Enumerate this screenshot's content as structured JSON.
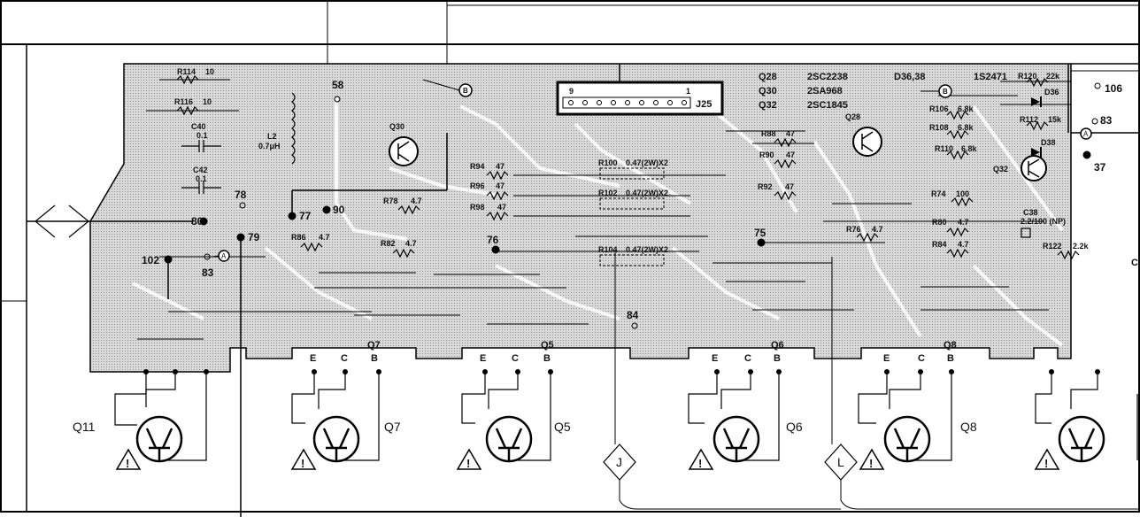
{
  "connector": {
    "ref": "J25",
    "pin_first": "9",
    "pin_last": "1"
  },
  "legend": [
    {
      "ref": "Q28",
      "part": "2SC2238"
    },
    {
      "ref": "Q30",
      "part": "2SA968"
    },
    {
      "ref": "Q32",
      "part": "2SC1845"
    },
    {
      "ref": "D36,38",
      "part": "1S2471"
    }
  ],
  "resistors": [
    {
      "ref": "R114",
      "value": "10"
    },
    {
      "ref": "R116",
      "value": "10"
    },
    {
      "ref": "R94",
      "value": "47"
    },
    {
      "ref": "R96",
      "value": "47"
    },
    {
      "ref": "R98",
      "value": "47"
    },
    {
      "ref": "R78",
      "value": "4.7"
    },
    {
      "ref": "R86",
      "value": "4.7"
    },
    {
      "ref": "R82",
      "value": "4.7"
    },
    {
      "ref": "R100",
      "value": "0.47(2W)X2"
    },
    {
      "ref": "R102",
      "value": "0.47(2W)X2"
    },
    {
      "ref": "R104",
      "value": "0.47(2W)X2"
    },
    {
      "ref": "R88",
      "value": "47"
    },
    {
      "ref": "R90",
      "value": "47"
    },
    {
      "ref": "R92",
      "value": "47"
    },
    {
      "ref": "R106",
      "value": "6.8k"
    },
    {
      "ref": "R108",
      "value": "6.8k"
    },
    {
      "ref": "R110",
      "value": "6.8k"
    },
    {
      "ref": "R120",
      "value": "22k"
    },
    {
      "ref": "R112",
      "value": "15k"
    },
    {
      "ref": "R74",
      "value": "100"
    },
    {
      "ref": "R76",
      "value": "4.7"
    },
    {
      "ref": "R80",
      "value": "4.7"
    },
    {
      "ref": "R84",
      "value": "4.7"
    },
    {
      "ref": "R122",
      "value": "2.2k"
    }
  ],
  "capacitors": [
    {
      "ref": "C40",
      "value": "0.1"
    },
    {
      "ref": "C42",
      "value": "0.1"
    },
    {
      "ref": "C38",
      "value": "2.2/100 (NP)"
    }
  ],
  "inductor": {
    "ref": "L2",
    "value": "0.7μH"
  },
  "small_parts": {
    "q30": "Q30",
    "q28": "Q28",
    "q32": "Q32",
    "d36": "D36",
    "d38": "D38"
  },
  "pads": {
    "p58": "58",
    "p77": "77",
    "p90": "90",
    "p78": "78",
    "p80": "80",
    "p79": "79",
    "p102": "102",
    "p83a": "83",
    "p76": "76",
    "p75": "75",
    "p84": "84",
    "p106": "106",
    "p83b": "83",
    "p37": "37"
  },
  "markers": {
    "a": "A",
    "b": "B",
    "c": "C"
  },
  "pins": {
    "e": "E",
    "c": "C",
    "b": "B"
  },
  "transistors": [
    {
      "ref": "Q11",
      "label": "Q11",
      "pin_ref": ""
    },
    {
      "ref": "Q7",
      "label": "Q7",
      "pin_ref": "Q7"
    },
    {
      "ref": "Q5",
      "label": "Q5",
      "pin_ref": "Q5"
    },
    {
      "ref": "Q6",
      "label": "Q6",
      "pin_ref": "Q6"
    },
    {
      "ref": "Q8",
      "label": "Q8",
      "pin_ref": "Q8"
    }
  ],
  "flags": {
    "j": "J",
    "l": "L"
  },
  "warning_glyph": "!"
}
